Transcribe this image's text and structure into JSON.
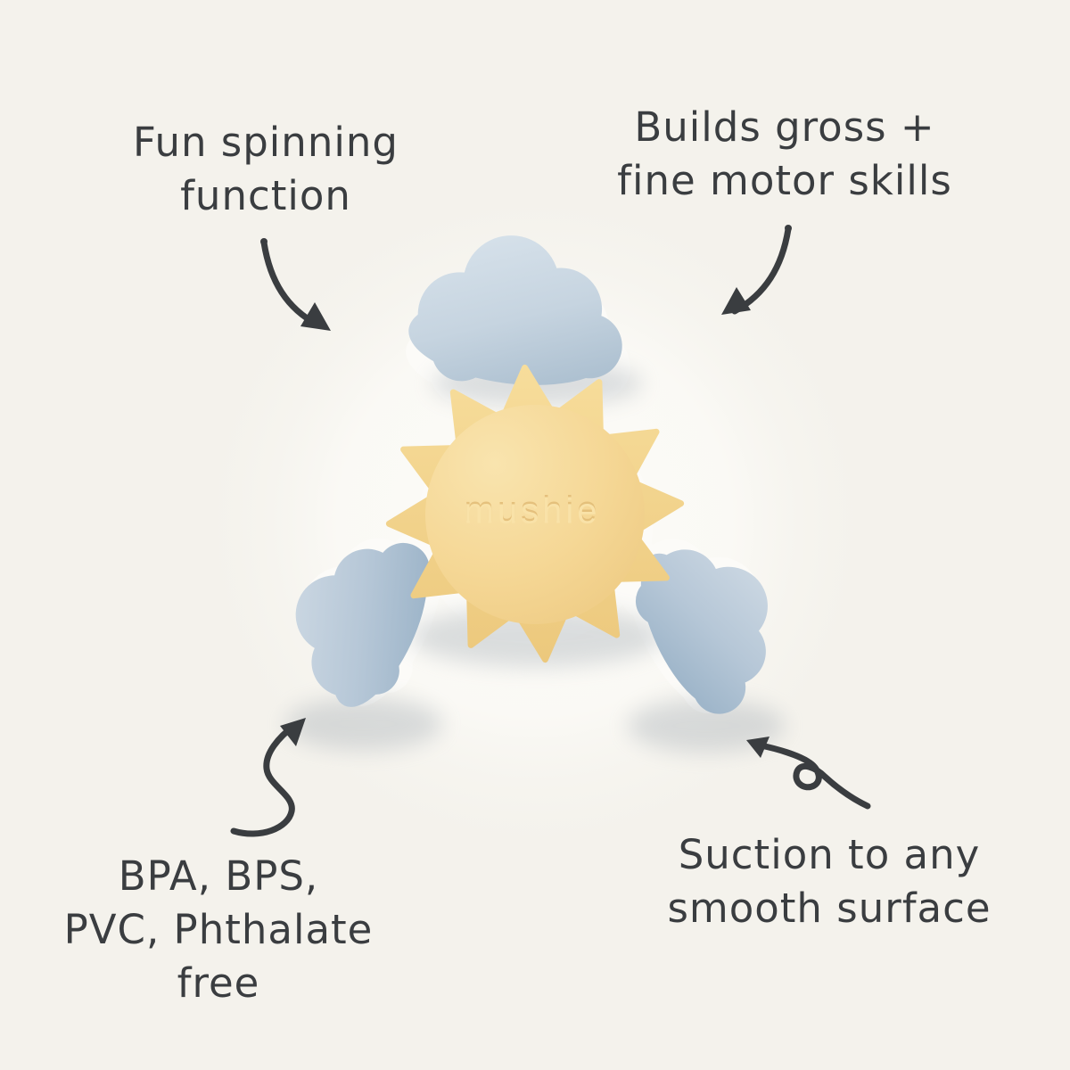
{
  "page": {
    "background_color": "#f4f2ec",
    "ink_color": "#3a3d40"
  },
  "annotations": {
    "top_left": {
      "lines": [
        "Fun spinning",
        "function"
      ]
    },
    "top_right": {
      "lines": [
        "Builds gross +",
        "fine motor skills"
      ]
    },
    "bottom_left": {
      "lines": [
        "BPA, BPS,",
        "PVC, Phthalate",
        "free"
      ]
    },
    "bottom_right": {
      "lines": [
        "Suction to any",
        "smooth surface"
      ]
    }
  },
  "product": {
    "brand_engraving": "mushie",
    "palette": {
      "sun_highlight": "#f9e4ae",
      "sun": "#f5d795",
      "sun_shadow": "#edc981",
      "cloud_light": "#d4dfe8",
      "cloud": "#bccde0",
      "cloud_shadow": "#a7bccd",
      "base_white": "#fcfbf8"
    }
  },
  "icons": {
    "arrows": [
      {
        "name": "arrow-top-left-icon",
        "style": "curved",
        "points": "down-right"
      },
      {
        "name": "arrow-top-right-icon",
        "style": "curved",
        "points": "down-left"
      },
      {
        "name": "arrow-bottom-left-icon",
        "style": "s-curve",
        "points": "up-right"
      },
      {
        "name": "arrow-bottom-right-icon",
        "style": "loop",
        "points": "up-left"
      }
    ]
  }
}
